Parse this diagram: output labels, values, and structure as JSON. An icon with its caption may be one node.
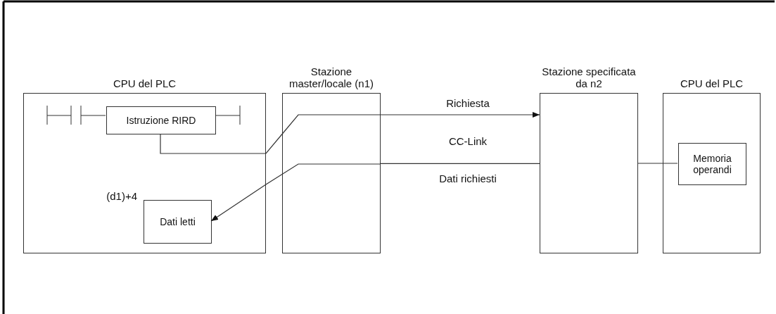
{
  "diagram": {
    "nodes": [
      {
        "text": [
          "CPU del PLC"
        ]
      },
      {
        "text": [
          "Istruzione RIRD"
        ],
        "in": 0
      },
      {
        "text": [
          "Dati letti"
        ],
        "in": 0,
        "beside": [
          "(d1)+4"
        ]
      },
      {
        "text": [
          "Stazione master/locale (n1)"
        ]
      },
      {
        "text": [
          "Stazione specificata da n2"
        ]
      },
      {
        "text": [
          "CPU del PLC"
        ]
      },
      {
        "text": [
          "Memoria operandi"
        ],
        "in": 5
      }
    ],
    "edges": [
      {
        "from": 1,
        "to": 3,
        "arrow": "none"
      },
      {
        "from": 3,
        "to": 4,
        "arrow": "to",
        "label": "Richiesta"
      },
      {
        "from": 6,
        "to": 4,
        "arrow": "none"
      },
      {
        "from": 4,
        "to": 3,
        "arrow": "none",
        "label": "Dati richiesti"
      },
      {
        "from": 3,
        "to": 2,
        "arrow": "to"
      }
    ],
    "labels": [
      "CC-Link"
    ]
  }
}
